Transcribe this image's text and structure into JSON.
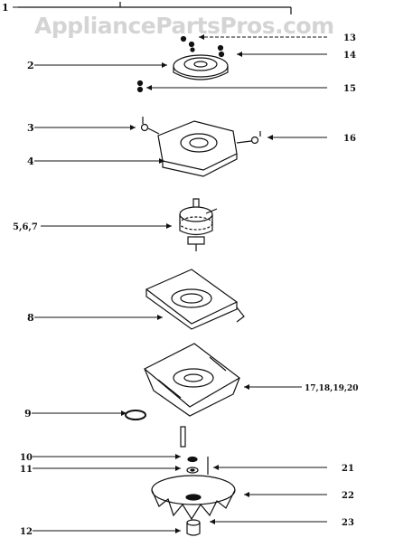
{
  "watermark": "AppliancePartsPros.com",
  "colors": {
    "ink": "#111111",
    "paper": "#ffffff",
    "watermark": "#a0a0a0"
  },
  "labels": {
    "l1": "1",
    "l2": "2",
    "l3": "3",
    "l4": "4",
    "l5": "5,6,7",
    "l8": "8",
    "l9": "9",
    "l10": "10",
    "l11": "11",
    "l12": "12",
    "l13": "13",
    "l14": "14",
    "l15": "15",
    "l16": "16",
    "l17": "17,18,19,20",
    "l21": "21",
    "l22": "22",
    "l23": "23"
  }
}
